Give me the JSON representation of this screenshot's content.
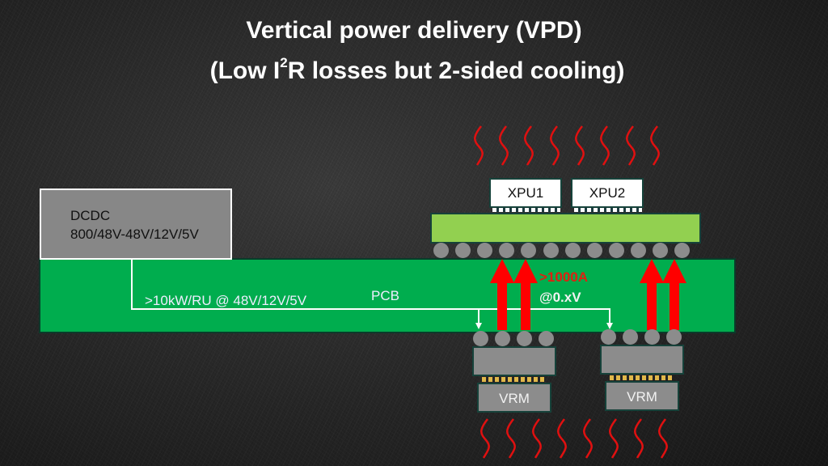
{
  "title": {
    "line1": "Vertical power delivery (VPD)",
    "line2_pre": "(Low I",
    "line2_sup": "2",
    "line2_post": "R losses but 2-sided cooling)"
  },
  "dcdc": {
    "line1": "DCDC",
    "line2": "800/48V-48V/12V/5V"
  },
  "pcb": {
    "label": "PCB",
    "power_label": ">10kW/RU @ 48V/12V/5V"
  },
  "current": {
    "amps": ">1000A",
    "volts": "@0.xV"
  },
  "xpus": [
    "XPU1",
    "XPU2"
  ],
  "vrms": [
    "VRM",
    "VRM"
  ],
  "colors": {
    "pcb": "#00ad4e",
    "substrate": "#92d050",
    "arrow": "#ff0000",
    "heat": "#e01010",
    "current_text": "#e02010"
  }
}
